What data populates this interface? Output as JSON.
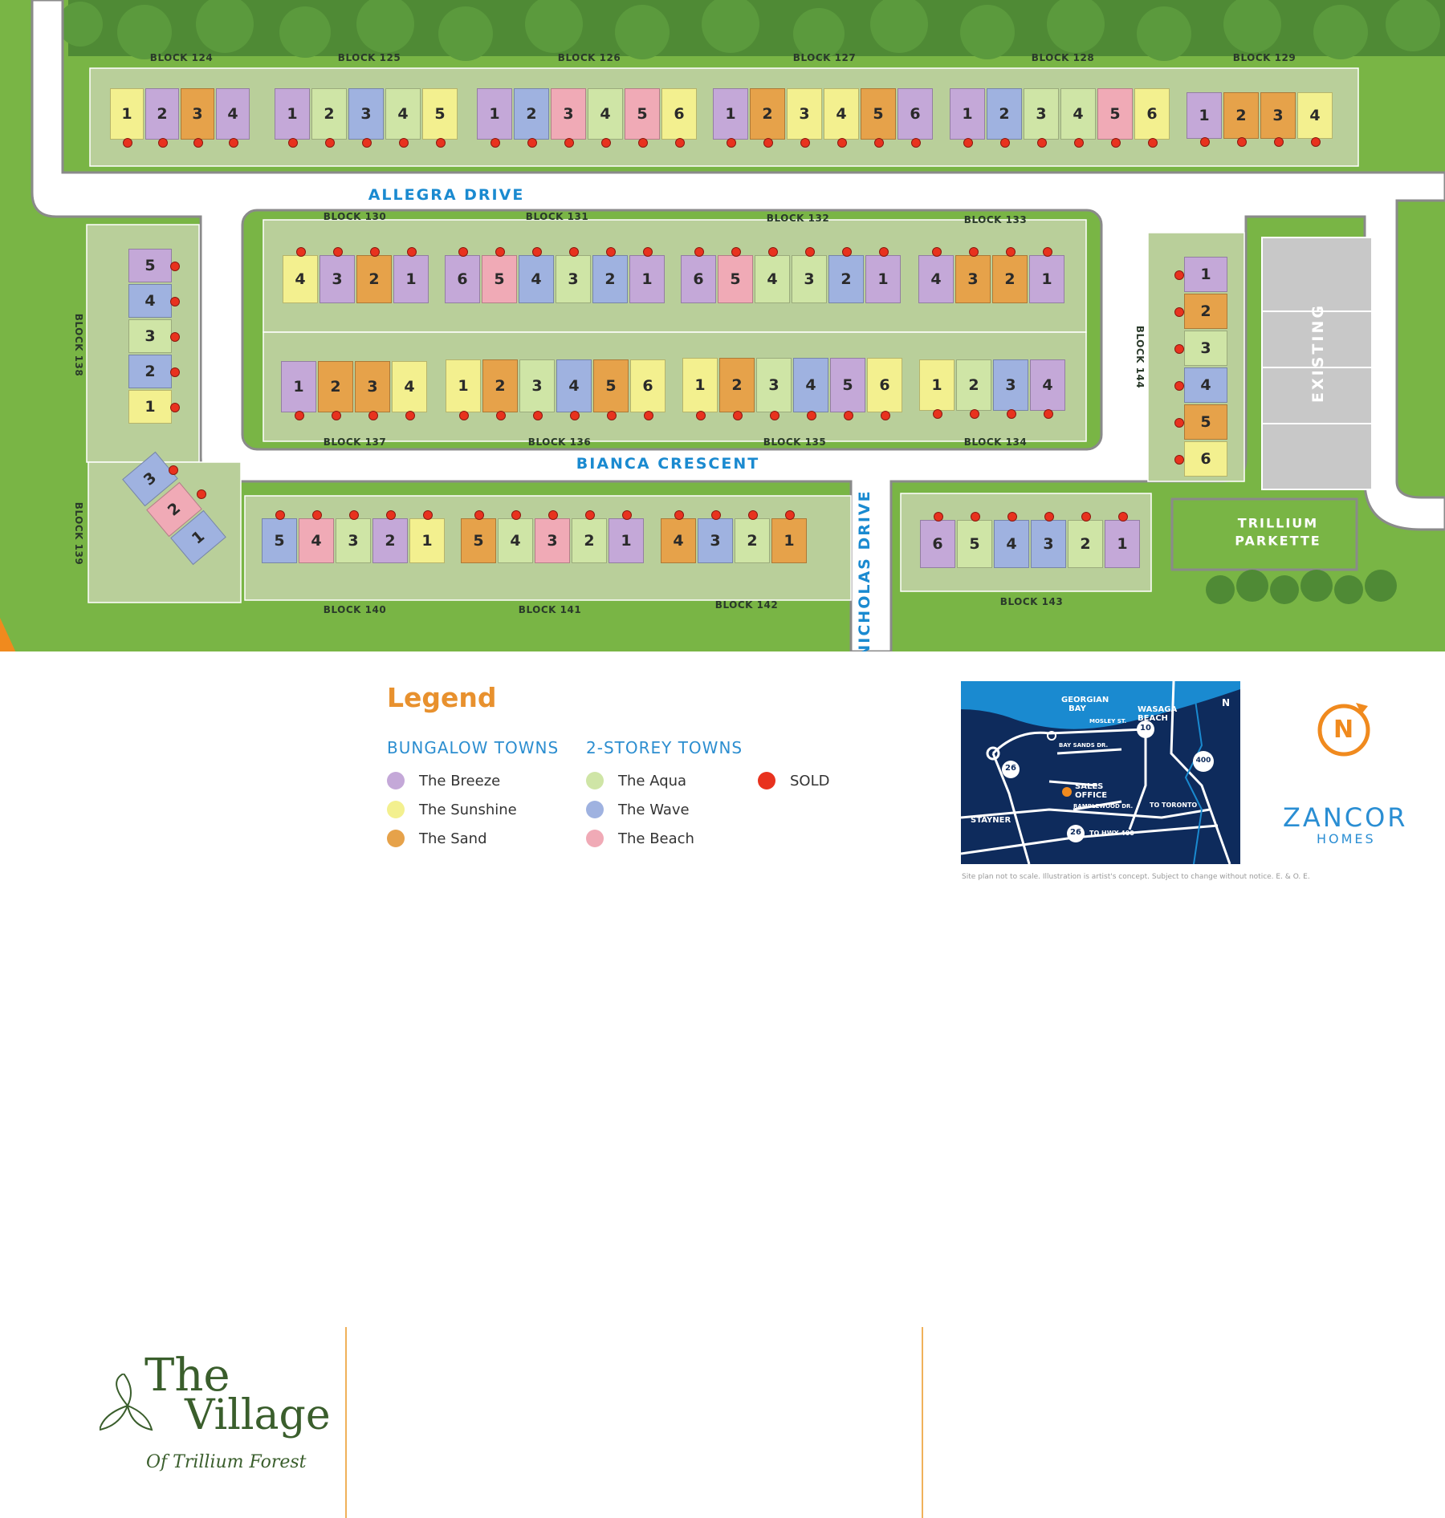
{
  "roads": {
    "allegra": "ALLEGRA DRIVE",
    "bianca": "BIANCA CRESCENT",
    "nicholas": "NICHOLAS DRIVE"
  },
  "blocks": {
    "b124": "BLOCK 124",
    "b125": "BLOCK 125",
    "b126": "BLOCK 126",
    "b127": "BLOCK 127",
    "b128": "BLOCK 128",
    "b129": "BLOCK 129",
    "b130": "BLOCK 130",
    "b131": "BLOCK 131",
    "b132": "BLOCK 132",
    "b133": "BLOCK 133",
    "b134": "BLOCK 134",
    "b135": "BLOCK 135",
    "b136": "BLOCK 136",
    "b137": "BLOCK 137",
    "b138": "BLOCK 138",
    "b139": "BLOCK 139",
    "b140": "BLOCK 140",
    "b141": "BLOCK 141",
    "b142": "BLOCK 142",
    "b143": "BLOCK 143",
    "b144": "BLOCK 144"
  },
  "features": {
    "existing": "EXISTING",
    "parkette_line1": "TRILLIUM",
    "parkette_line2": "PARKETTE"
  },
  "colors": {
    "breeze": "#c4a8d8",
    "sunshine": "#f3f08f",
    "sand": "#e6a24a",
    "aqua": "#cfe5a6",
    "wave": "#9fb2e0",
    "beach": "#f0aab6",
    "sold": "#e8321e",
    "lot": "#b9cf9a",
    "grass": "#79b545",
    "road": "#ffffff",
    "trees": "#4f8a35"
  },
  "units": {
    "b124": [
      {
        "n": "1",
        "t": "sunshine"
      },
      {
        "n": "2",
        "t": "breeze"
      },
      {
        "n": "3",
        "t": "sand"
      },
      {
        "n": "4",
        "t": "breeze"
      }
    ],
    "b125": [
      {
        "n": "1",
        "t": "breeze"
      },
      {
        "n": "2",
        "t": "aqua"
      },
      {
        "n": "3",
        "t": "wave"
      },
      {
        "n": "4",
        "t": "aqua"
      },
      {
        "n": "5",
        "t": "sunshine"
      }
    ],
    "b126": [
      {
        "n": "1",
        "t": "breeze"
      },
      {
        "n": "2",
        "t": "wave"
      },
      {
        "n": "3",
        "t": "beach"
      },
      {
        "n": "4",
        "t": "aqua"
      },
      {
        "n": "5",
        "t": "beach"
      },
      {
        "n": "6",
        "t": "sunshine"
      }
    ],
    "b127": [
      {
        "n": "1",
        "t": "breeze"
      },
      {
        "n": "2",
        "t": "sand"
      },
      {
        "n": "3",
        "t": "sunshine"
      },
      {
        "n": "4",
        "t": "sunshine"
      },
      {
        "n": "5",
        "t": "sand"
      },
      {
        "n": "6",
        "t": "breeze"
      }
    ],
    "b128": [
      {
        "n": "1",
        "t": "breeze"
      },
      {
        "n": "2",
        "t": "wave"
      },
      {
        "n": "3",
        "t": "aqua"
      },
      {
        "n": "4",
        "t": "aqua"
      },
      {
        "n": "5",
        "t": "beach"
      },
      {
        "n": "6",
        "t": "sunshine"
      }
    ],
    "b129": [
      {
        "n": "1",
        "t": "breeze"
      },
      {
        "n": "2",
        "t": "sand"
      },
      {
        "n": "3",
        "t": "sand"
      },
      {
        "n": "4",
        "t": "sunshine"
      }
    ],
    "b130": [
      {
        "n": "4",
        "t": "sunshine"
      },
      {
        "n": "3",
        "t": "breeze"
      },
      {
        "n": "2",
        "t": "sand"
      },
      {
        "n": "1",
        "t": "breeze"
      }
    ],
    "b131": [
      {
        "n": "6",
        "t": "breeze"
      },
      {
        "n": "5",
        "t": "beach"
      },
      {
        "n": "4",
        "t": "wave"
      },
      {
        "n": "3",
        "t": "aqua"
      },
      {
        "n": "2",
        "t": "wave"
      },
      {
        "n": "1",
        "t": "breeze"
      }
    ],
    "b132": [
      {
        "n": "6",
        "t": "breeze"
      },
      {
        "n": "5",
        "t": "beach"
      },
      {
        "n": "4",
        "t": "aqua"
      },
      {
        "n": "3",
        "t": "aqua"
      },
      {
        "n": "2",
        "t": "wave"
      },
      {
        "n": "1",
        "t": "breeze"
      }
    ],
    "b133": [
      {
        "n": "4",
        "t": "breeze"
      },
      {
        "n": "3",
        "t": "sand"
      },
      {
        "n": "2",
        "t": "sand"
      },
      {
        "n": "1",
        "t": "breeze"
      }
    ],
    "b137": [
      {
        "n": "1",
        "t": "breeze"
      },
      {
        "n": "2",
        "t": "sand"
      },
      {
        "n": "3",
        "t": "sand"
      },
      {
        "n": "4",
        "t": "sunshine"
      }
    ],
    "b136": [
      {
        "n": "1",
        "t": "sunshine"
      },
      {
        "n": "2",
        "t": "sand"
      },
      {
        "n": "3",
        "t": "aqua"
      },
      {
        "n": "4",
        "t": "wave"
      },
      {
        "n": "5",
        "t": "sand"
      },
      {
        "n": "6",
        "t": "sunshine"
      }
    ],
    "b135": [
      {
        "n": "1",
        "t": "sunshine"
      },
      {
        "n": "2",
        "t": "sand"
      },
      {
        "n": "3",
        "t": "aqua"
      },
      {
        "n": "4",
        "t": "wave"
      },
      {
        "n": "5",
        "t": "breeze"
      },
      {
        "n": "6",
        "t": "sunshine"
      }
    ],
    "b134": [
      {
        "n": "1",
        "t": "sunshine"
      },
      {
        "n": "2",
        "t": "aqua"
      },
      {
        "n": "3",
        "t": "wave"
      },
      {
        "n": "4",
        "t": "breeze"
      }
    ],
    "b138": [
      {
        "n": "5",
        "t": "breeze"
      },
      {
        "n": "4",
        "t": "wave"
      },
      {
        "n": "3",
        "t": "aqua"
      },
      {
        "n": "2",
        "t": "wave"
      },
      {
        "n": "1",
        "t": "sunshine"
      }
    ],
    "b144": [
      {
        "n": "1",
        "t": "breeze"
      },
      {
        "n": "2",
        "t": "sand"
      },
      {
        "n": "3",
        "t": "aqua"
      },
      {
        "n": "4",
        "t": "wave"
      },
      {
        "n": "5",
        "t": "sand"
      },
      {
        "n": "6",
        "t": "sunshine"
      }
    ],
    "b139": [
      {
        "n": "3",
        "t": "wave"
      },
      {
        "n": "2",
        "t": "beach"
      },
      {
        "n": "1",
        "t": "wave"
      }
    ],
    "b140": [
      {
        "n": "5",
        "t": "wave"
      },
      {
        "n": "4",
        "t": "beach"
      },
      {
        "n": "3",
        "t": "aqua"
      },
      {
        "n": "2",
        "t": "breeze"
      },
      {
        "n": "1",
        "t": "sunshine"
      }
    ],
    "b141": [
      {
        "n": "5",
        "t": "sand"
      },
      {
        "n": "4",
        "t": "aqua"
      },
      {
        "n": "3",
        "t": "beach"
      },
      {
        "n": "2",
        "t": "aqua"
      },
      {
        "n": "1",
        "t": "breeze"
      }
    ],
    "b142": [
      {
        "n": "4",
        "t": "sand"
      },
      {
        "n": "3",
        "t": "wave"
      },
      {
        "n": "2",
        "t": "aqua"
      },
      {
        "n": "1",
        "t": "sand"
      }
    ],
    "b143": [
      {
        "n": "6",
        "t": "breeze"
      },
      {
        "n": "5",
        "t": "aqua"
      },
      {
        "n": "4",
        "t": "wave"
      },
      {
        "n": "3",
        "t": "wave"
      },
      {
        "n": "2",
        "t": "aqua"
      },
      {
        "n": "1",
        "t": "breeze"
      }
    ]
  },
  "legend": {
    "title": "Legend",
    "bungalow_heading": "BUNGALOW TOWNS",
    "storey_heading": "2-STOREY TOWNS",
    "breeze": "The Breeze",
    "sunshine": "The Sunshine",
    "sand": "The Sand",
    "aqua": "The Aqua",
    "wave": "The Wave",
    "beach": "The Beach",
    "sold": "SOLD"
  },
  "logo": {
    "the": "The",
    "village": "Village",
    "sub": "Of Trillium Forest"
  },
  "brand": {
    "name": "ZANCOR",
    "sub": "HOMES",
    "compass": "N"
  },
  "keymap": {
    "georgian_bay": "GEORGIAN BAY",
    "wasaga_beach": "WASAGA BEACH",
    "stayner": "STAYNER",
    "sales_office": "SALES OFFICE",
    "to_toronto": "TO TORONTO",
    "to_hwy_400": "TO HWY 400",
    "bay_sands": "BAY SANDS DR.",
    "mosley": "MOSLEY ST.",
    "ramblewood": "RAMBLEWOOD DR.",
    "r26a": "26",
    "r26b": "26",
    "r10": "10",
    "r400": "400",
    "north": "N"
  },
  "disclaimer": "Site plan not to scale. Illustration is artist's concept. Subject to change without notice. E. & O. E."
}
